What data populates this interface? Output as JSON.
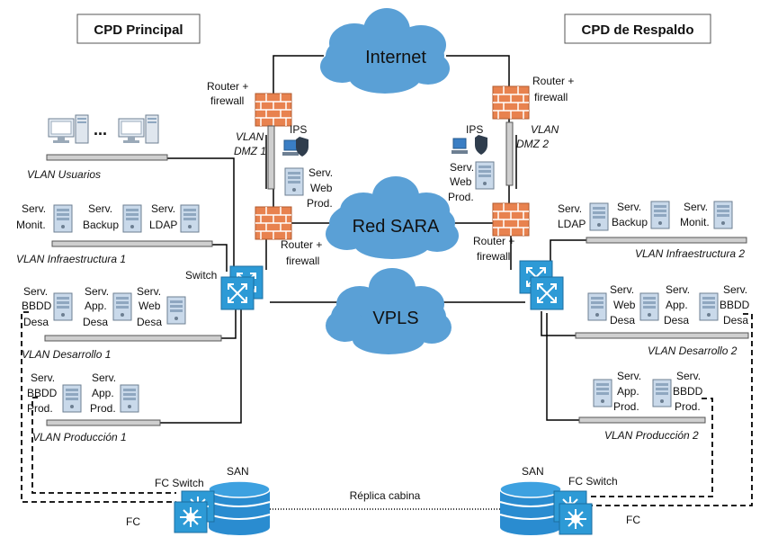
{
  "titles": {
    "left": "CPD Principal",
    "right": "CPD de Respaldo"
  },
  "clouds": {
    "internet": "Internet",
    "sara": "Red SARA",
    "vpls": "VPLS"
  },
  "left": {
    "router_top": [
      "Router +",
      "firewall"
    ],
    "router_bottom": [
      "Router +",
      "firewall"
    ],
    "dmz": [
      "VLAN",
      "DMZ 1"
    ],
    "ips": "IPS",
    "web_prod": [
      "Serv.",
      "Web",
      "Prod."
    ],
    "switch": "Switch",
    "users_dots": "...",
    "vlan_users": "VLAN Usuarios",
    "infra_servers": [
      [
        "Serv.",
        "Monit."
      ],
      [
        "Serv.",
        "Backup"
      ],
      [
        "Serv.",
        "LDAP"
      ]
    ],
    "vlan_infra": "VLAN Infraestructura 1",
    "dev_servers": [
      [
        "Serv.",
        "BBDD",
        "Desa"
      ],
      [
        "Serv.",
        "App.",
        "Desa"
      ],
      [
        "Serv.",
        "Web",
        "Desa"
      ]
    ],
    "vlan_dev": "VLAN Desarrollo 1",
    "prod_servers": [
      [
        "Serv.",
        "BBDD",
        "Prod."
      ],
      [
        "Serv.",
        "App.",
        "Prod."
      ]
    ],
    "vlan_prod": "VLAN Producción 1",
    "san": "SAN",
    "fc_switch": "FC Switch",
    "fc": "FC"
  },
  "right": {
    "router_top": [
      "Router +",
      "firewall"
    ],
    "router_bottom": [
      "Router +",
      "firewall"
    ],
    "dmz": [
      "VLAN",
      "DMZ 2"
    ],
    "ips": "IPS",
    "web_prod": [
      "Serv.",
      "Web",
      "Prod."
    ],
    "infra_servers": [
      [
        "Serv.",
        "LDAP"
      ],
      [
        "Serv.",
        "Backup"
      ],
      [
        "Serv.",
        "Monit."
      ]
    ],
    "vlan_infra": "VLAN Infraestructura 2",
    "dev_servers": [
      [
        "Serv.",
        "Web",
        "Desa"
      ],
      [
        "Serv.",
        "App.",
        "Desa"
      ],
      [
        "Serv.",
        "BBDD",
        "Desa"
      ]
    ],
    "vlan_dev": "VLAN Desarrollo 2",
    "prod_servers": [
      [
        "Serv.",
        "App.",
        "Prod."
      ],
      [
        "Serv.",
        "BBDD",
        "Prod."
      ]
    ],
    "vlan_prod": "VLAN Producción 2",
    "san": "SAN",
    "fc_switch": "FC Switch",
    "fc": "FC"
  },
  "replica": "Réplica cabina",
  "colors": {
    "cloud": "#5aa0d6",
    "firewall": "#e8824f",
    "switch": "#2d9ad6",
    "san": "#2a8cd0",
    "server": "#c9d9ea"
  }
}
